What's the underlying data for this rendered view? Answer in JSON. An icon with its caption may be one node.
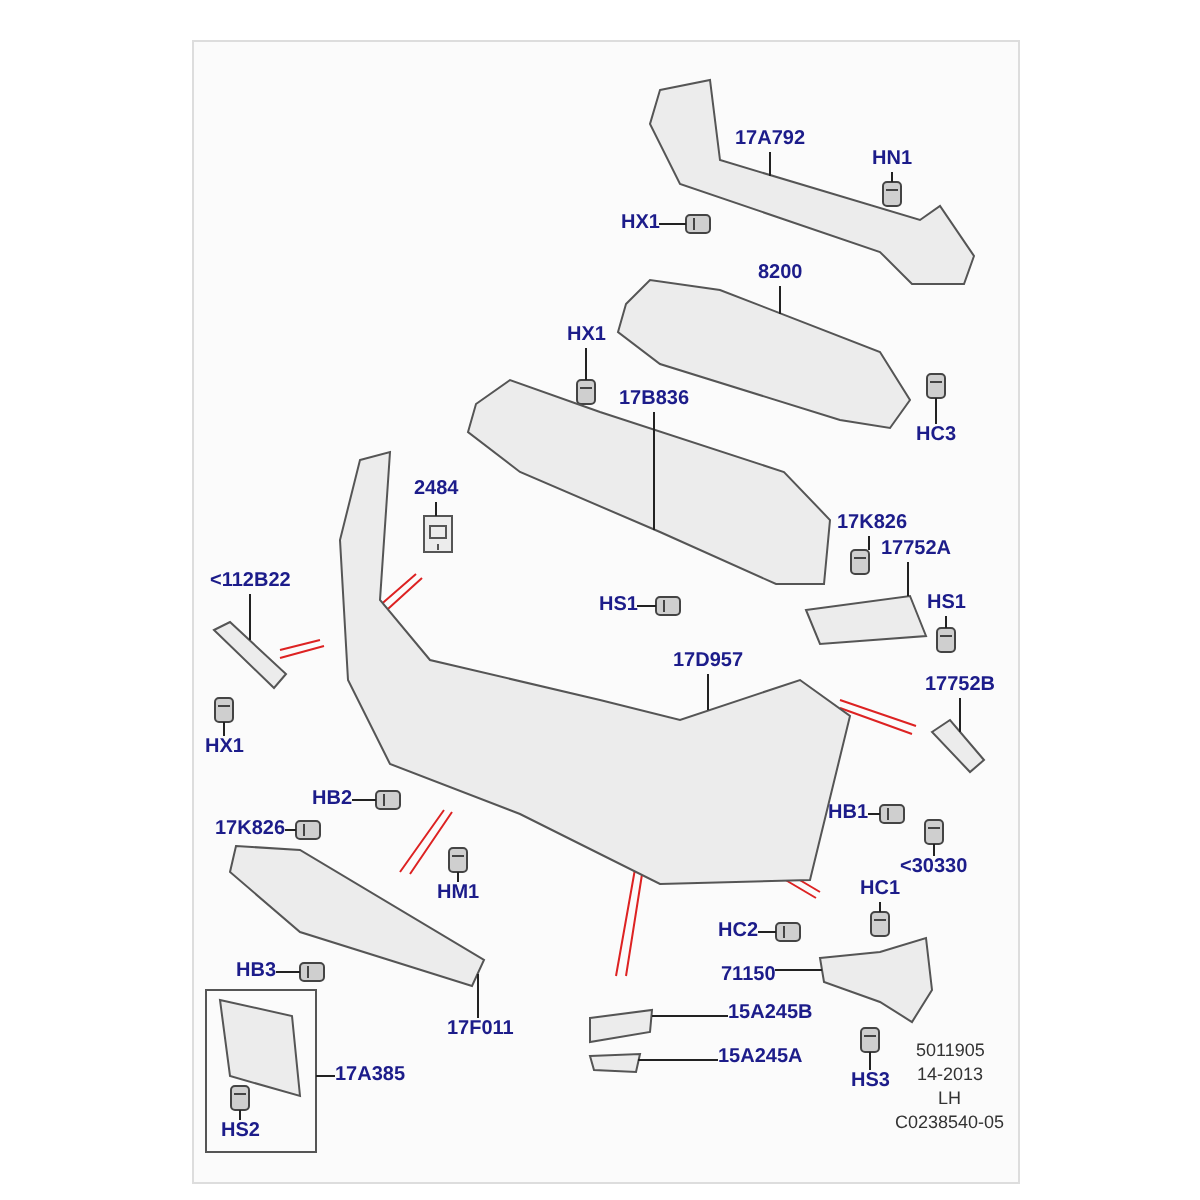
{
  "diagram": {
    "nodes": [
      {
        "text": [
          "17A792"
        ]
      },
      {
        "text": [
          "HN1"
        ]
      },
      {
        "text": [
          "HX1"
        ]
      },
      {
        "text": [
          "8200"
        ]
      },
      {
        "text": [
          "HC3"
        ]
      },
      {
        "text": [
          "HX1"
        ]
      },
      {
        "text": [
          "17B836"
        ]
      },
      {
        "text": [
          "2484"
        ]
      },
      {
        "text": [
          "17K826"
        ]
      },
      {
        "text": [
          "17752A"
        ]
      },
      {
        "text": [
          "<112B22"
        ]
      },
      {
        "text": [
          "HS1"
        ]
      },
      {
        "text": [
          "HS1"
        ]
      },
      {
        "text": [
          "17D957"
        ]
      },
      {
        "text": [
          "17752B"
        ]
      },
      {
        "text": [
          "HX1"
        ]
      },
      {
        "text": [
          "HB2"
        ]
      },
      {
        "text": [
          "HB1"
        ]
      },
      {
        "text": [
          "17K826"
        ]
      },
      {
        "text": [
          "<30330"
        ]
      },
      {
        "text": [
          "HM1"
        ]
      },
      {
        "text": [
          "HC1"
        ]
      },
      {
        "text": [
          "HC2"
        ]
      },
      {
        "text": [
          "HB3"
        ]
      },
      {
        "text": [
          "71150"
        ]
      },
      {
        "text": [
          "17F011"
        ]
      },
      {
        "text": [
          "15A245B"
        ]
      },
      {
        "text": [
          "15A245A"
        ]
      },
      {
        "text": [
          "17A385"
        ]
      },
      {
        "text": [
          "HS3"
        ]
      },
      {
        "text": [
          "HS2"
        ],
        "in": 59
      },
      {
        "text": [],
        "shape": "picture"
      },
      {
        "text": [],
        "shape": "picture"
      },
      {
        "text": [],
        "shape": "picture"
      },
      {
        "text": [],
        "shape": "picture"
      },
      {
        "text": [],
        "shape": "picture"
      },
      {
        "text": [],
        "shape": "picture"
      },
      {
        "text": [],
        "shape": "picture"
      },
      {
        "text": [],
        "shape": "picture"
      },
      {
        "text": [],
        "shape": "picture"
      },
      {
        "text": [],
        "shape": "picture"
      },
      {
        "text": [],
        "shape": "picture"
      },
      {
        "text": [],
        "shape": "picture"
      },
      {
        "text": [],
        "shape": "picture"
      },
      {
        "text": [],
        "shape": "picture"
      },
      {
        "text": [],
        "shape": "picture"
      },
      {
        "text": [],
        "shape": "picture"
      },
      {
        "text": [],
        "shape": "picture"
      },
      {
        "text": [],
        "shape": "picture"
      },
      {
        "text": [],
        "shape": "picture"
      },
      {
        "text": [],
        "shape": "picture"
      },
      {
        "text": [],
        "shape": "picture"
      },
      {
        "text": [],
        "shape": "picture"
      },
      {
        "text": [],
        "shape": "picture"
      },
      {
        "text": [],
        "shape": "picture"
      },
      {
        "text": [],
        "shape": "picture"
      },
      {
        "text": [],
        "shape": "picture"
      },
      {
        "text": [],
        "shape": "picture"
      },
      {
        "text": [],
        "shape": "picture"
      },
      {
        "text": [],
        "shape": "box"
      },
      {
        "text": [],
        "shape": "picture"
      },
      {
        "text": [],
        "shape": "picture",
        "in": 59
      }
    ],
    "edges": [
      {
        "from": 0,
        "to": 31,
        "arrow": "none"
      },
      {
        "from": 1,
        "to": 32,
        "arrow": "none"
      },
      {
        "from": 2,
        "to": 33,
        "arrow": "none"
      },
      {
        "from": 3,
        "to": 34,
        "arrow": "none"
      },
      {
        "from": 4,
        "to": 35,
        "arrow": "none"
      },
      {
        "from": 5,
        "to": 36,
        "arrow": "none"
      },
      {
        "from": 6,
        "to": 37,
        "arrow": "none"
      },
      {
        "from": 7,
        "to": 38,
        "arrow": "none"
      },
      {
        "from": 8,
        "to": 39,
        "arrow": "none"
      },
      {
        "from": 9,
        "to": 40,
        "arrow": "none"
      },
      {
        "from": 10,
        "to": 41,
        "arrow": "none"
      },
      {
        "from": 11,
        "to": 42,
        "arrow": "none"
      },
      {
        "from": 12,
        "to": 43,
        "arrow": "none"
      },
      {
        "from": 13,
        "to": 44,
        "arrow": "none"
      },
      {
        "from": 14,
        "to": 45,
        "arrow": "none"
      },
      {
        "from": 15,
        "to": 46,
        "arrow": "none"
      },
      {
        "from": 16,
        "to": 47,
        "arrow": "none"
      },
      {
        "from": 17,
        "to": 48,
        "arrow": "none"
      },
      {
        "from": 18,
        "to": 49,
        "arrow": "none"
      },
      {
        "from": 19,
        "to": 50,
        "arrow": "none"
      },
      {
        "from": 20,
        "to": 51,
        "arrow": "none"
      },
      {
        "from": 21,
        "to": 52,
        "arrow": "none"
      },
      {
        "from": 22,
        "to": 53,
        "arrow": "none"
      },
      {
        "from": 23,
        "to": 54,
        "arrow": "none"
      },
      {
        "from": 24,
        "to": 55,
        "arrow": "none"
      },
      {
        "from": 25,
        "to": 56,
        "arrow": "none"
      },
      {
        "from": 26,
        "to": 57,
        "arrow": "none"
      },
      {
        "from": 27,
        "to": 58,
        "arrow": "none"
      },
      {
        "from": 28,
        "to": 59,
        "arrow": "none"
      },
      {
        "from": 29,
        "to": 60,
        "arrow": "none"
      },
      {
        "from": 30,
        "to": 61,
        "arrow": "none"
      }
    ],
    "labels": [
      "5011905",
      "14-2013",
      "LH",
      "C0238540-05"
    ]
  }
}
